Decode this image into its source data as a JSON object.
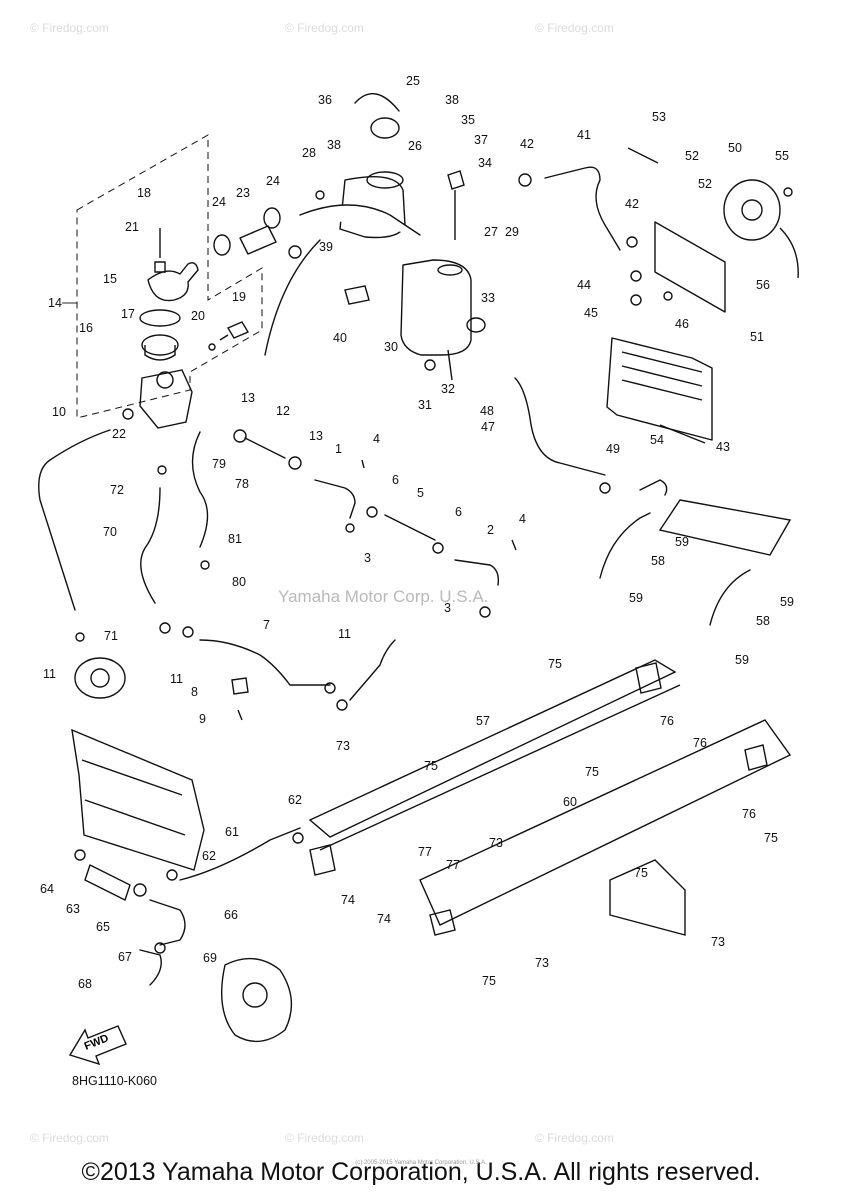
{
  "diagram": {
    "code": "8HG1110-K060",
    "fwd_label": "FWD",
    "center_watermark": "Yamaha Motor Corp. U.S.A.",
    "site_watermark": "© Firedog.com"
  },
  "footer": {
    "copyright": "©2013 Yamaha Motor Corporation, U.S.A. All rights reserved.",
    "fine_print": "(c) 2005-2015 Yamaha Motor Corporation, U.S.A."
  },
  "callouts": [
    "1",
    "2",
    "3",
    "3",
    "4",
    "4",
    "5",
    "6",
    "6",
    "7",
    "8",
    "9",
    "10",
    "11",
    "11",
    "11",
    "11",
    "12",
    "13",
    "13",
    "14",
    "15",
    "16",
    "17",
    "18",
    "19",
    "20",
    "21",
    "22",
    "23",
    "24",
    "24",
    "25",
    "26",
    "27",
    "28",
    "29",
    "30",
    "31",
    "32",
    "33",
    "34",
    "35",
    "36",
    "37",
    "38",
    "38",
    "39",
    "40",
    "41",
    "42",
    "42",
    "43",
    "44",
    "45",
    "46",
    "47",
    "48",
    "49",
    "50",
    "51",
    "52",
    "52",
    "53",
    "54",
    "55",
    "56",
    "57",
    "58",
    "58",
    "59",
    "59",
    "59",
    "59",
    "60",
    "61",
    "62",
    "62",
    "63",
    "64",
    "65",
    "66",
    "67",
    "68",
    "69",
    "70",
    "71",
    "72",
    "73",
    "73",
    "73",
    "73",
    "74",
    "74",
    "75",
    "75",
    "75",
    "75",
    "75",
    "75",
    "76",
    "76",
    "76",
    "77",
    "77",
    "78",
    "79",
    "80",
    "81"
  ]
}
